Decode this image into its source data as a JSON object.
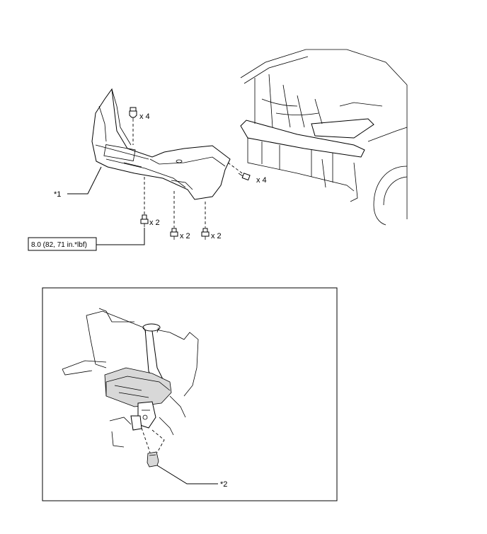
{
  "callouts": {
    "bumper": "*1",
    "clip_part": "*2"
  },
  "quantities": {
    "top_clips": "x 4",
    "side_screws": "x 4",
    "bottom_left_bolts": "x 2",
    "bottom_mid_screws": "x 2",
    "bottom_right_screws": "x 2"
  },
  "torque_spec": "8.0 (82, 71 in.*lbf)"
}
